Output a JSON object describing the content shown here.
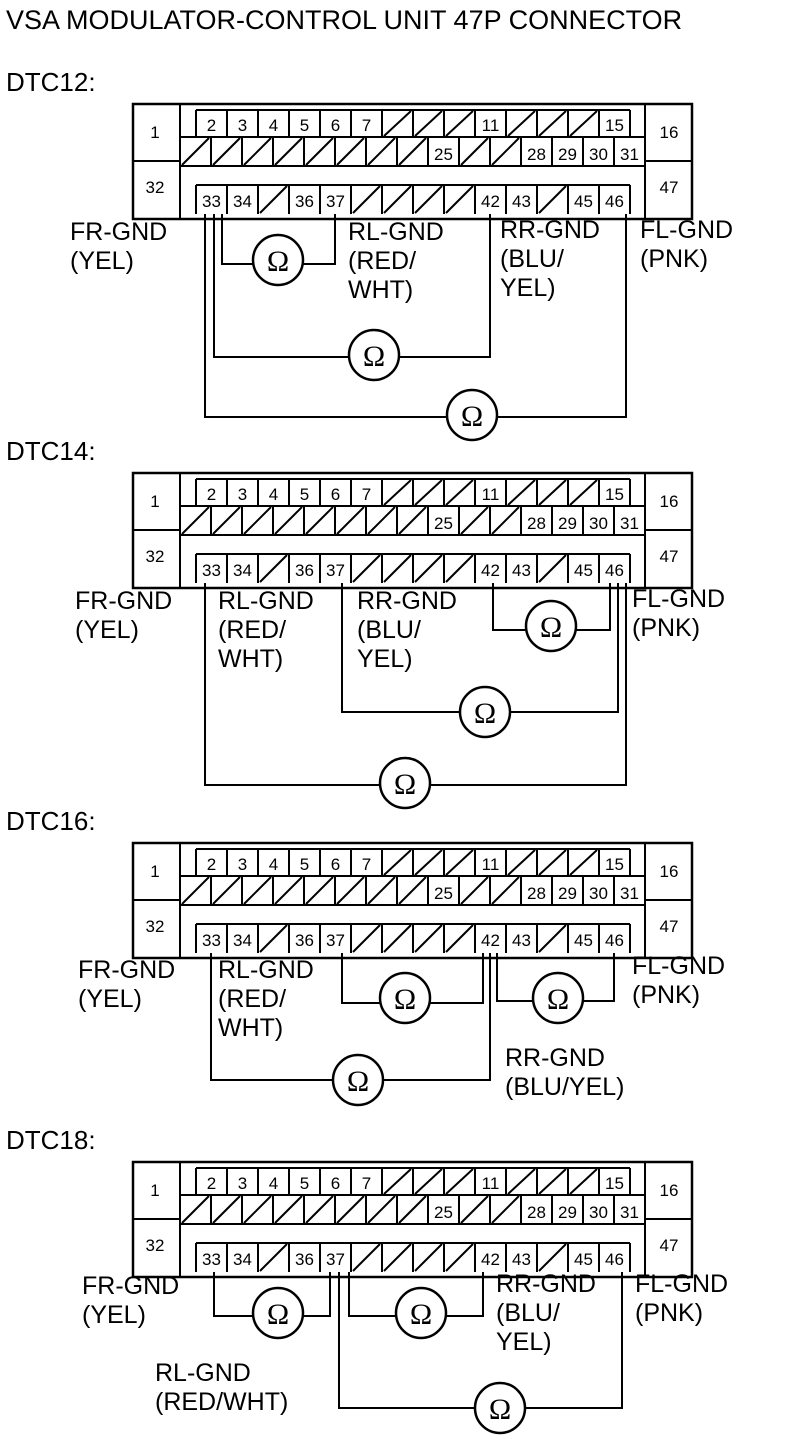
{
  "title": "VSA MODULATOR-CONTROL UNIT 47P CONNECTOR",
  "connector": {
    "corner_pins": [
      "1",
      "16",
      "32",
      "47"
    ],
    "row_top": [
      "2",
      "3",
      "4",
      "5",
      "6",
      "7",
      "",
      "",
      "",
      "11",
      "",
      "",
      "",
      "15"
    ],
    "row_mid": [
      "",
      "",
      "",
      "",
      "",
      "",
      "",
      "",
      "25",
      "",
      "",
      "28",
      "29",
      "30",
      "31"
    ],
    "row_bottom": [
      "33",
      "34",
      "",
      "36",
      "37",
      "",
      "",
      "",
      "",
      "42",
      "43",
      "",
      "45",
      "46"
    ]
  },
  "ohm_symbol": "Ω",
  "sections": [
    {
      "label": "DTC12:",
      "wire_labels": [
        [
          "FR-GND",
          "(YEL)"
        ],
        [
          "RL-GND",
          "(RED/",
          "WHT)"
        ],
        [
          "RR-GND",
          "(BLU/",
          "YEL)"
        ],
        [
          "FL-GND",
          "(PNK)"
        ]
      ]
    },
    {
      "label": "DTC14:",
      "wire_labels": [
        [
          "FR-GND",
          "(YEL)"
        ],
        [
          "RL-GND",
          "(RED/",
          "WHT)"
        ],
        [
          "RR-GND",
          "(BLU/",
          "YEL)"
        ],
        [
          "FL-GND",
          "(PNK)"
        ]
      ]
    },
    {
      "label": "DTC16:",
      "wire_labels": [
        [
          "FR-GND",
          "(YEL)"
        ],
        [
          "RL-GND",
          "(RED/",
          "WHT)"
        ],
        [
          "FL-GND",
          "(PNK)"
        ],
        [
          "RR-GND",
          "(BLU/YEL)"
        ]
      ]
    },
    {
      "label": "DTC18:",
      "wire_labels": [
        [
          "FR-GND",
          "(YEL)"
        ],
        [
          "RR-GND",
          "(BLU/",
          "YEL)"
        ],
        [
          "FL-GND",
          "(PNK)"
        ],
        [
          "RL-GND",
          "(RED/WHT)"
        ]
      ]
    }
  ]
}
